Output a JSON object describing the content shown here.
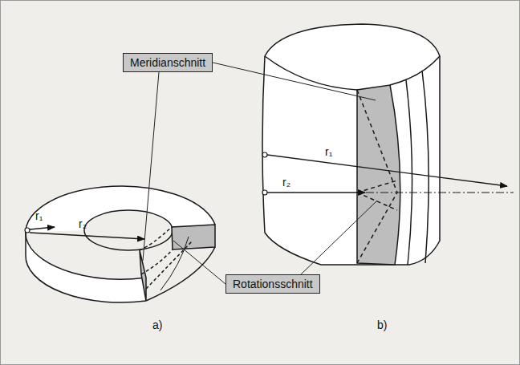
{
  "diagram": {
    "nodes": [
      {
        "text": [
          "Meridianschnitt"
        ]
      },
      {
        "text": [
          "Rotationsschnitt"
        ]
      }
    ],
    "labels": [
      "r₁",
      "r₂",
      "r₁",
      "r₂",
      "a)",
      "b)"
    ]
  }
}
